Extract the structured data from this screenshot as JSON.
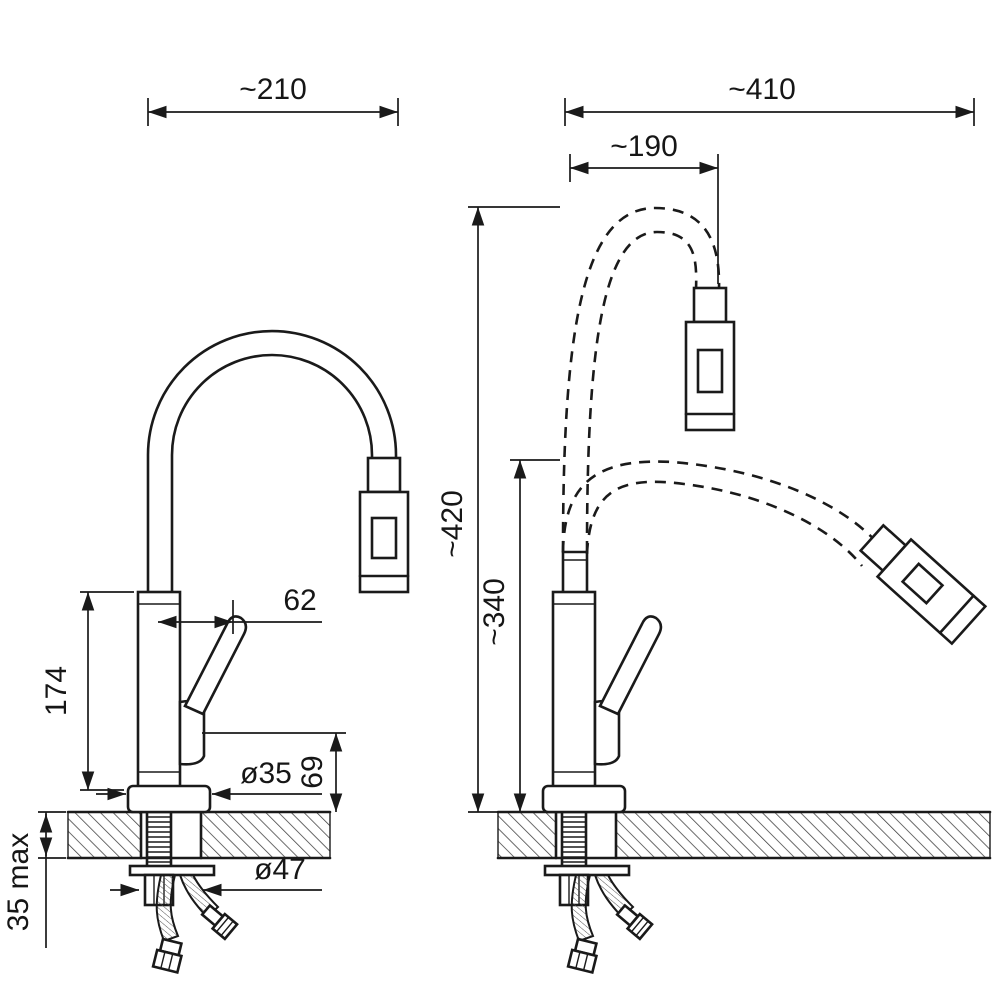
{
  "drawing": {
    "type": "faucet-installation-technical-drawing",
    "colors": {
      "line": "#1a1a1a",
      "background": "#ffffff"
    },
    "left_view": {
      "dim_width": "~210",
      "dim_spout_offset": "62",
      "dim_body_height": "174",
      "dim_base_diameter": "ø35",
      "dim_base_height": "69",
      "dim_hole_diameter": "ø47",
      "dim_counter_thickness": "35 max"
    },
    "right_view": {
      "dim_total_width": "~410",
      "dim_spout_reach": "~190",
      "dim_height_upper": "~420",
      "dim_height_lower": "~340"
    }
  }
}
